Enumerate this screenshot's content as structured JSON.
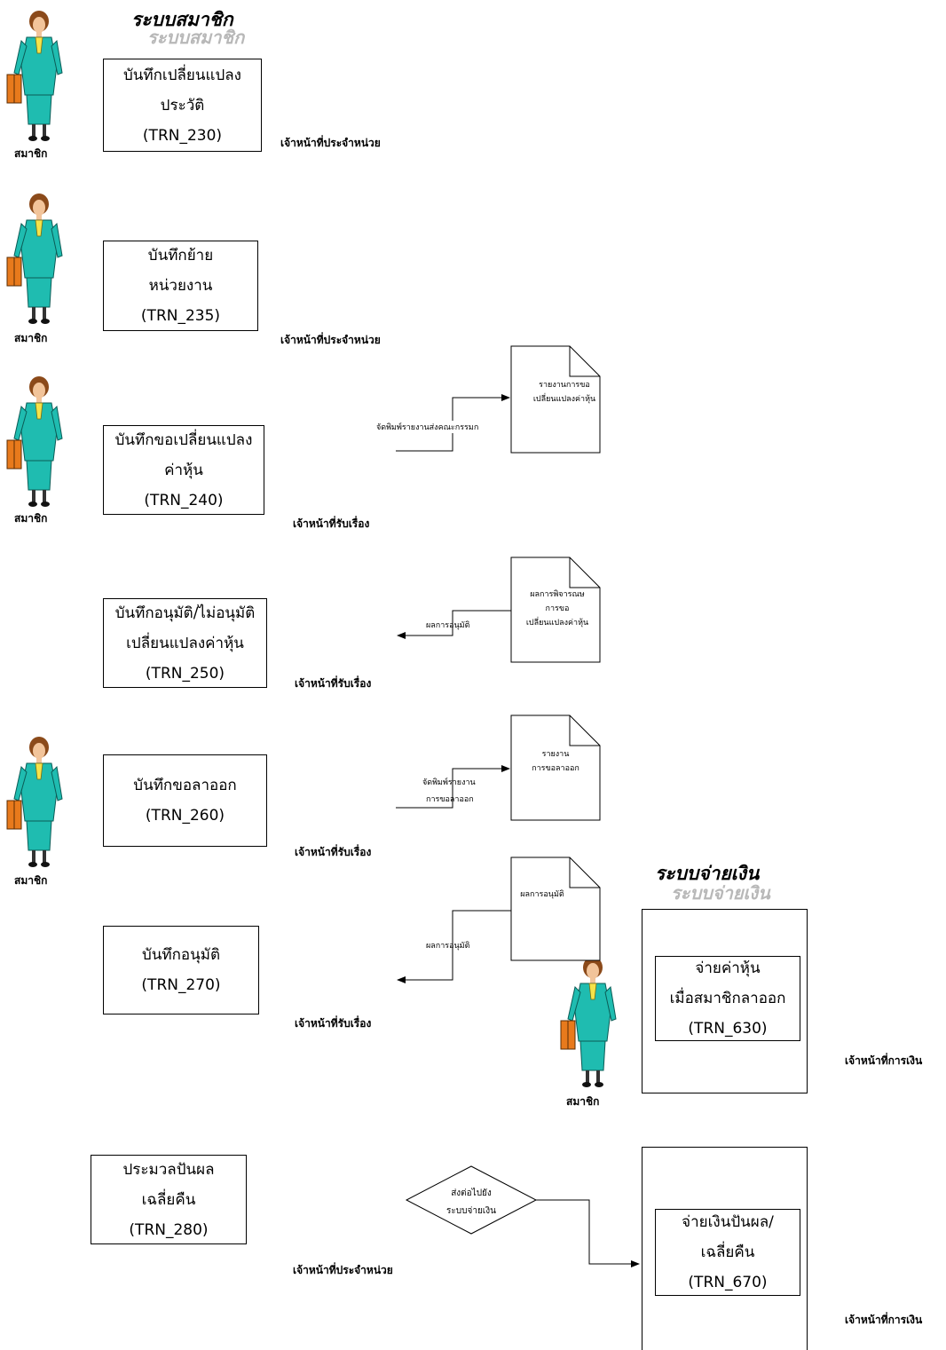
{
  "titles": {
    "member_system": "ระบบสมาชิก",
    "payment_system": "ระบบจ่ายเงิน"
  },
  "actor_label": "สมาชิก",
  "staff": {
    "unit": "เจ้าหน้าที่ประจำหน่วย",
    "receiver": "เจ้าหน้าที่รับเรื่อง",
    "finance": "เจ้าหน้าที่การเงิน"
  },
  "processes": [
    {
      "line1": "บันทึกเปลี่ยนแปลง",
      "line2": "ประวัติ",
      "code": "(TRN_230)"
    },
    {
      "line1": "บันทึกย้าย",
      "line2": "หน่วยงาน",
      "code": "(TRN_235)"
    },
    {
      "line1": "บันทึกขอเปลี่ยนแปลง",
      "line2": "ค่าหุ้น",
      "code": "(TRN_240)"
    },
    {
      "line1": "บันทึกอนุมัติ/ไม่อนุมัติ",
      "line2": "เปลี่ยนแปลงค่าหุ้น",
      "code": "(TRN_250)"
    },
    {
      "line1": "บันทึกขอลาออก",
      "code": "(TRN_260)"
    },
    {
      "line1": "บันทึกอนุมัติ",
      "code": "(TRN_270)"
    },
    {
      "line1": "ประมวลปันผล",
      "line2": "เฉลี่ยคืน",
      "code": "(TRN_280)"
    },
    {
      "line1": "จ่ายค่าหุ้น",
      "line2": "เมื่อสมาชิกลาออก",
      "code": "(TRN_630)"
    },
    {
      "line1": "จ่ายเงินปันผล/",
      "line2": "เฉลี่ยคืน",
      "code": "(TRN_670)"
    }
  ],
  "documents": [
    {
      "line1": "รายงานการขอ",
      "line2": "เปลี่ยนแปลงค่าหุ้น"
    },
    {
      "line1": "ผลการพิจารณษ",
      "line2": "การขอ",
      "line3": "เปลี่ยนแปลงค่าหุ้น"
    },
    {
      "line1": "รายงาน",
      "line2": "การขอลาออก"
    },
    {
      "line1": "ผลการอนุมัติ"
    }
  ],
  "flow_labels": {
    "print_committee": "จัดพิมพ์รายงานส่งคณะกรรมก",
    "approval_result": "ผลการอนุมัติ",
    "print_resign_1": "จัดพิมพ์รายงาน",
    "print_resign_2": "การขอลาออก",
    "approval_result_2": "ผลการอนุมัติ"
  },
  "decision": {
    "line1": "ส่งต่อไปยัง",
    "line2": "ระบบจ่ายเงิน"
  }
}
